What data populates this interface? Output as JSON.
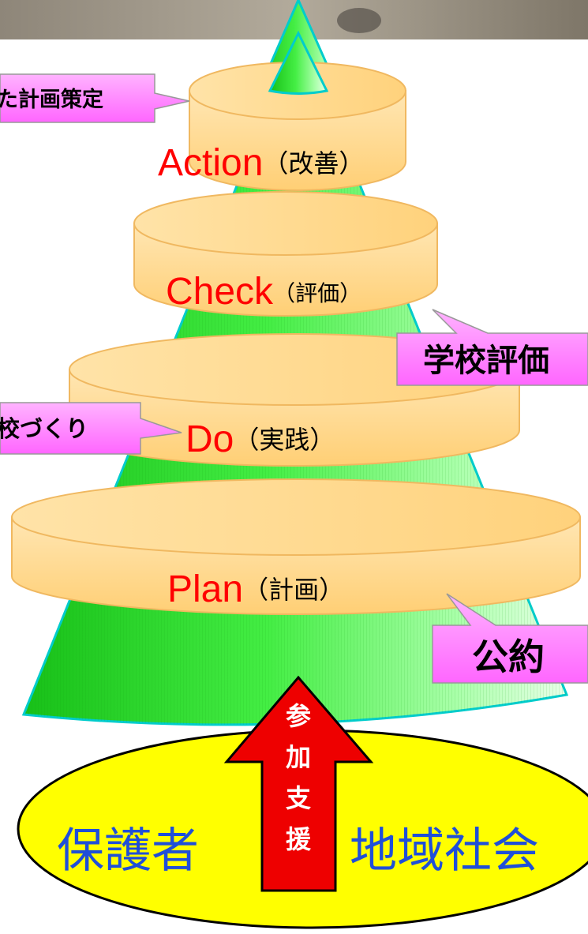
{
  "stages": {
    "action": {
      "label": "Action",
      "sub": "（改善）"
    },
    "check": {
      "label": "Check",
      "sub": "（評価）"
    },
    "do": {
      "label": "Do",
      "sub": "（実践）"
    },
    "plan": {
      "label": "Plan",
      "sub": "（計画）"
    }
  },
  "callouts": {
    "action_note": "た計画策定",
    "school_evaluation": "学校評価",
    "school_making": "校づくり",
    "pledge": "公約"
  },
  "arrow": {
    "label_chars": [
      "参",
      "加",
      "支",
      "援"
    ]
  },
  "ground": {
    "left": "保護者",
    "right": "地域社会"
  },
  "colors": {
    "cone": "#22dd22",
    "disc": "#ffd88a",
    "callout": "#ff88ff",
    "arrow": "#ee0000",
    "ground": "#ffff00",
    "stage_label": "#ff0000",
    "ground_text": "#1f4fd8"
  }
}
